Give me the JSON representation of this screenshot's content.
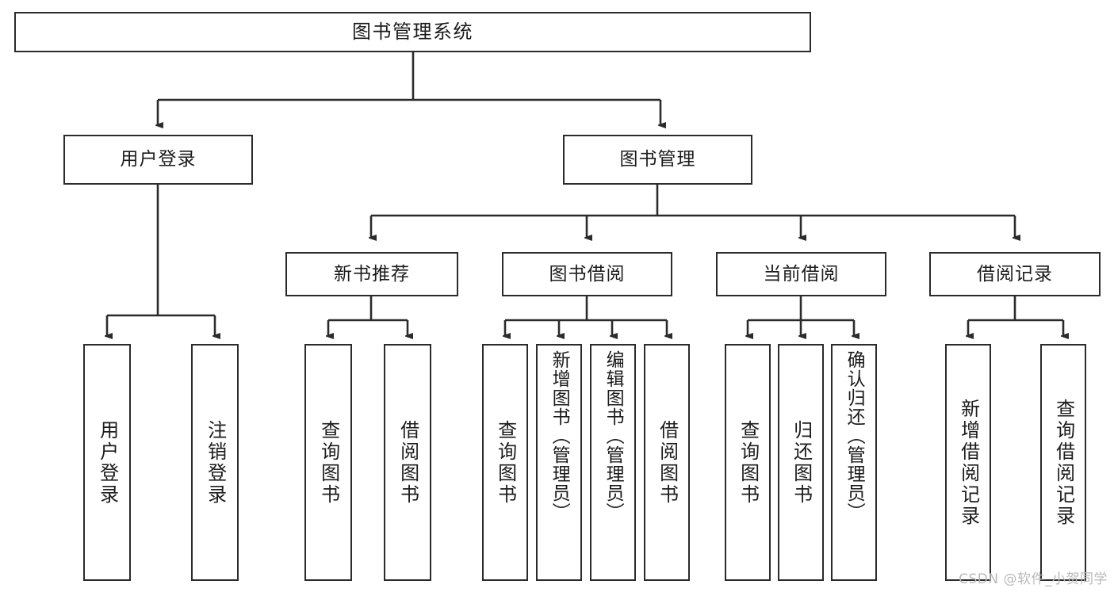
{
  "diagram": {
    "title": "图书管理系统",
    "type": "tree-hierarchy",
    "stroke_color": "#2b2b2b",
    "fill_color": "#ffffff",
    "text_color": "#1b1b1b"
  },
  "root": {
    "label": "图书管理系统"
  },
  "level2": [
    {
      "label": "用户登录"
    },
    {
      "label": "图书管理"
    }
  ],
  "level3": [
    {
      "label": "新书推荐"
    },
    {
      "label": "图书借阅"
    },
    {
      "label": "当前借阅"
    },
    {
      "label": "借阅记录"
    }
  ],
  "leaves": {
    "user_login": [
      {
        "label": "用户登录"
      },
      {
        "label": "注销登录"
      }
    ],
    "new_book": [
      {
        "label": "查询图书"
      },
      {
        "label": "借阅图书"
      }
    ],
    "book_borrow": [
      {
        "label": "查询图书"
      },
      {
        "label": "新增图书（管理员）"
      },
      {
        "label": "编辑图书（管理员）"
      },
      {
        "label": "借阅图书"
      }
    ],
    "current_borrow": [
      {
        "label": "查询图书"
      },
      {
        "label": "归还图书"
      },
      {
        "label": "确认归还（管理员）"
      }
    ],
    "borrow_record": [
      {
        "label": "新增借阅记录"
      },
      {
        "label": "查询借阅记录"
      }
    ]
  },
  "watermark": {
    "text": "CSDN @软件_小贺同学"
  }
}
